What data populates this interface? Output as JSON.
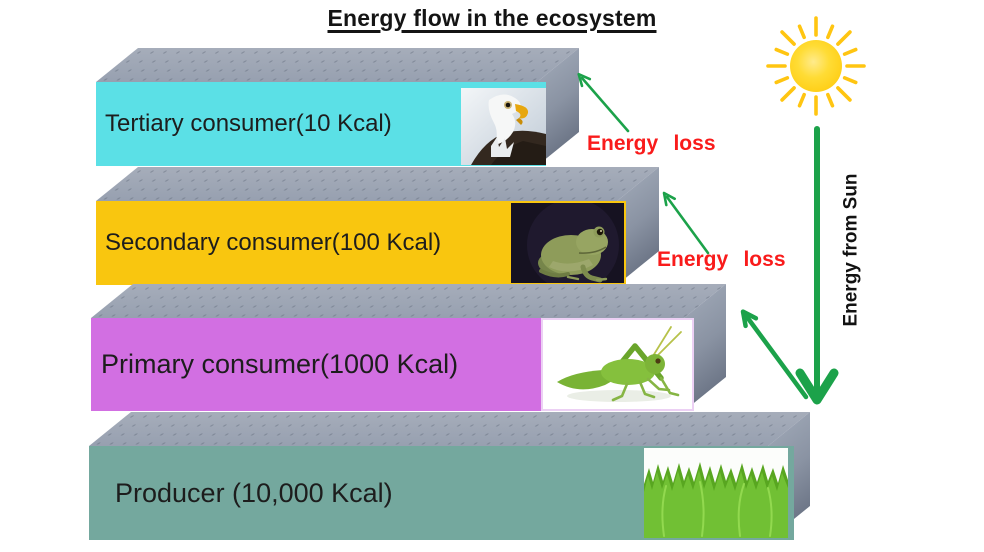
{
  "title": "Energy flow in the ecosystem",
  "pyramid": {
    "levels": [
      {
        "id": "tertiary-consumer",
        "label": "Tertiary consumer(10 Kcal)",
        "color": "#5BE0E6",
        "animal": "eagle"
      },
      {
        "id": "secondary-consumer",
        "label": "Secondary consumer(100 Kcal)",
        "color": "#F9C60F",
        "animal": "frog"
      },
      {
        "id": "primary-consumer",
        "label": "Primary consumer(1000 Kcal)",
        "color": "#D26FE2",
        "animal": "grasshopper"
      },
      {
        "id": "producer",
        "label": "Producer (10,000 Kcal)",
        "color": "#74A89E",
        "animal": "grass"
      }
    ]
  },
  "annotations": {
    "energy_loss_upper": "Energy loss",
    "energy_loss_lower": "Energy loss",
    "energy_from_sun": "Energy from Sun"
  },
  "colors": {
    "arrow_green": "#1CA24A",
    "loss_red": "#F91B1B",
    "title_text": "#141414",
    "bar_text": "#1D1D1D",
    "face_top": "#9CA4B3",
    "face_side": "#8A93A3",
    "sun_disc": "#FFD71F",
    "sun_rays": "#FFC511"
  }
}
